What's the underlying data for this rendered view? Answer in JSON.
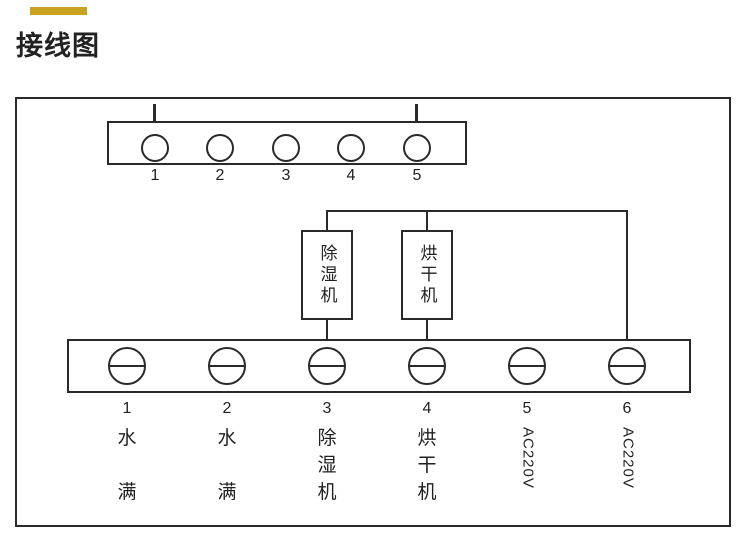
{
  "accent_color": "#c9a220",
  "page_title": "接线图",
  "top_strip": {
    "numbers": [
      "1",
      "2",
      "3",
      "4",
      "5"
    ]
  },
  "device_boxes": [
    {
      "name": "dehumidifier",
      "label": "除湿机"
    },
    {
      "name": "dryer",
      "label": "烘干机"
    }
  ],
  "bottom_strip": {
    "numbers": [
      "1",
      "2",
      "3",
      "4",
      "5",
      "6"
    ],
    "labels": [
      {
        "lines": [
          "水",
          "",
          "满"
        ]
      },
      {
        "lines": [
          "水",
          "",
          "满"
        ]
      },
      {
        "lines": [
          "除",
          "湿",
          "机"
        ]
      },
      {
        "lines": [
          "烘",
          "干",
          "机"
        ]
      },
      {
        "rotated": "AC220V"
      },
      {
        "rotated": "AC220V"
      }
    ]
  }
}
